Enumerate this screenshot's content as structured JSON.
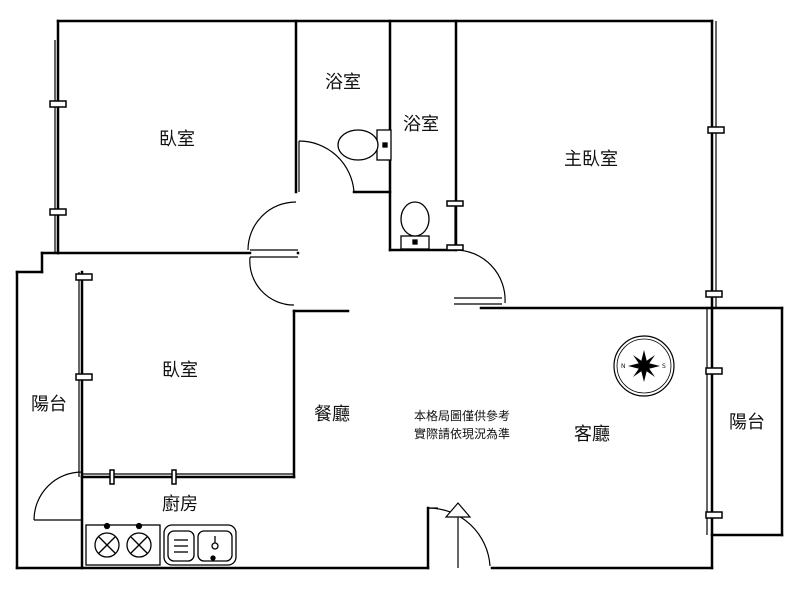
{
  "rooms": {
    "bedroom_top_left": "臥室",
    "bathroom_1": "浴室",
    "bathroom_2": "浴室",
    "master_bedroom": "主臥室",
    "bedroom_mid_left": "臥室",
    "balcony_left": "陽台",
    "dining_room": "餐廳",
    "living_room": "客廳",
    "balcony_right": "陽台",
    "kitchen": "廚房"
  },
  "disclaimer": {
    "line1": "本格局圖僅供參考",
    "line2": "實際請依現況為準"
  },
  "compass": {
    "n": "N",
    "s": "S"
  },
  "colors": {
    "wall": "#000000",
    "background": "#ffffff"
  }
}
